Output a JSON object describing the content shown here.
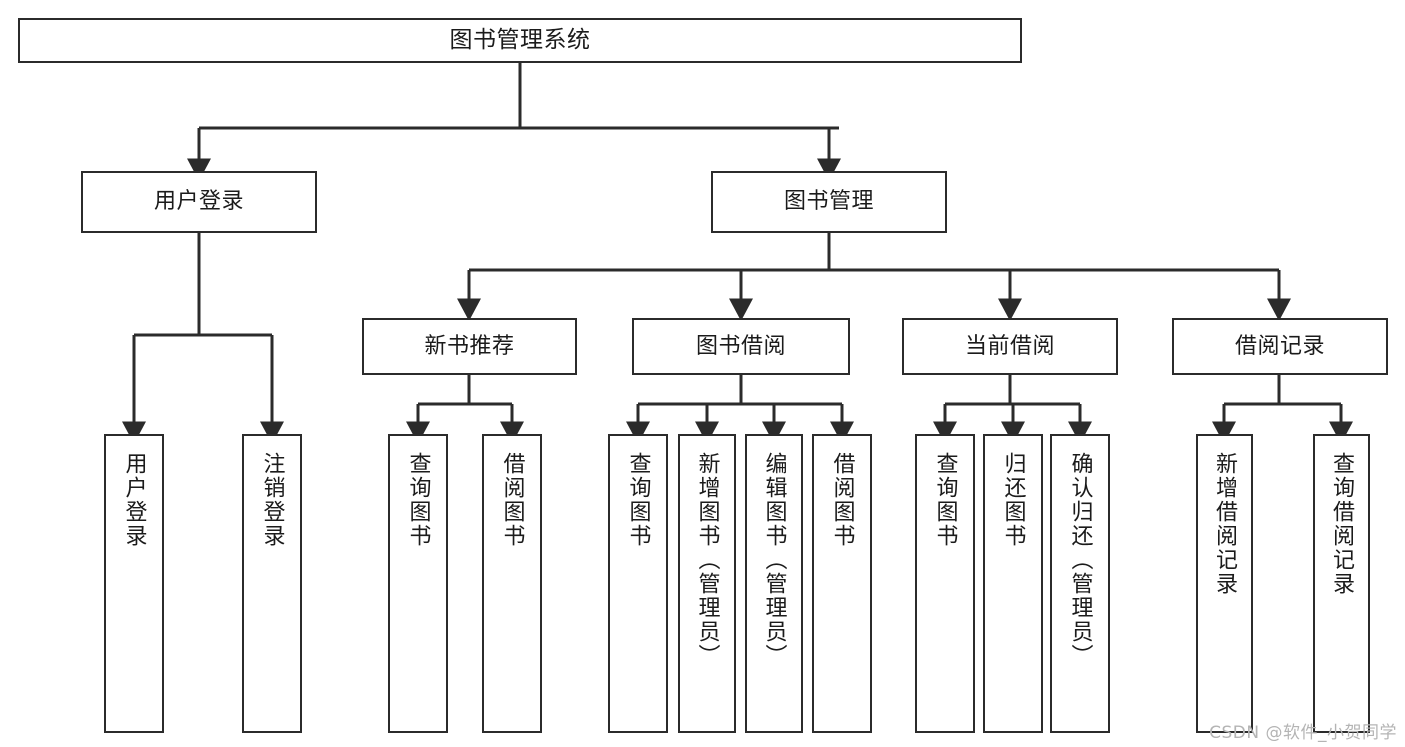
{
  "diagram": {
    "title": "图书管理系统",
    "type": "tree-hierarchy",
    "watermark": "CSDN @软件_小贺同学",
    "colors": {
      "background": "#ffffff",
      "box_border": "#2b2b2b",
      "connector": "#2b2b2b",
      "text": "#1b1b1b",
      "watermark": "#b4b4b4"
    },
    "root": {
      "label": "图书管理系统"
    },
    "level1": [
      {
        "label": "用户登录"
      },
      {
        "label": "图书管理"
      }
    ],
    "level2": [
      {
        "label": "新书推荐"
      },
      {
        "label": "图书借阅"
      },
      {
        "label": "当前借阅"
      },
      {
        "label": "借阅记录"
      }
    ],
    "leaves": {
      "user_login": [
        {
          "label": "用户登录"
        },
        {
          "label": "注销登录"
        }
      ],
      "new_book_recommend": [
        {
          "label": "查询图书"
        },
        {
          "label": "借阅图书"
        }
      ],
      "book_borrow": [
        {
          "label": "查询图书"
        },
        {
          "label": "新增图书（管理员）"
        },
        {
          "label": "编辑图书（管理员）"
        },
        {
          "label": "借阅图书"
        }
      ],
      "current_borrow": [
        {
          "label": "查询图书"
        },
        {
          "label": "归还图书"
        },
        {
          "label": "确认归还（管理员）"
        }
      ],
      "borrow_record": [
        {
          "label": "新增借阅记录"
        },
        {
          "label": "查询借阅记录"
        }
      ]
    }
  }
}
